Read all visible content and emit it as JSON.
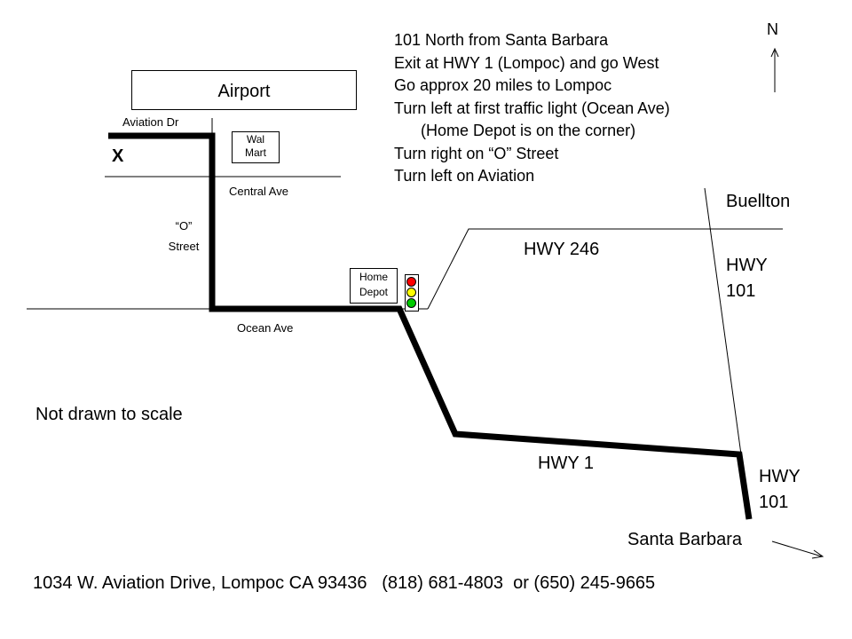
{
  "compass": {
    "label": "N"
  },
  "places": {
    "airport": "Airport",
    "walmart": [
      "Wal",
      "Mart"
    ],
    "home_depot": [
      "Home",
      "Depot"
    ],
    "destination_marker": "X",
    "buellton": "Buellton",
    "santa_barbara": "Santa Barbara"
  },
  "streets": {
    "aviation_dr": "Aviation Dr",
    "central_ave": "Central Ave",
    "o_street": [
      "“O”",
      "Street"
    ],
    "ocean_ave": "Ocean Ave",
    "hwy_246": "HWY 246",
    "hwy_101_north": [
      "HWY",
      "101"
    ],
    "hwy_1": "HWY 1",
    "hwy_101_south": [
      "HWY",
      "101"
    ]
  },
  "traffic_light": {
    "colors": [
      "#ff0000",
      "#ffff00",
      "#00cc00"
    ]
  },
  "directions": [
    "101 North from Santa Barbara",
    "Exit at HWY 1 (Lompoc) and go West",
    "Go approx 20 miles to Lompoc",
    "Turn left at first traffic light (Ocean Ave)",
    "(Home Depot is on the corner)",
    "Turn right on “O” Street",
    "Turn left on Aviation"
  ],
  "note": "Not drawn to scale",
  "footer": "1034 W. Aviation Drive, Lompoc CA 93436   (818) 681-4803  or (650) 245-9665"
}
